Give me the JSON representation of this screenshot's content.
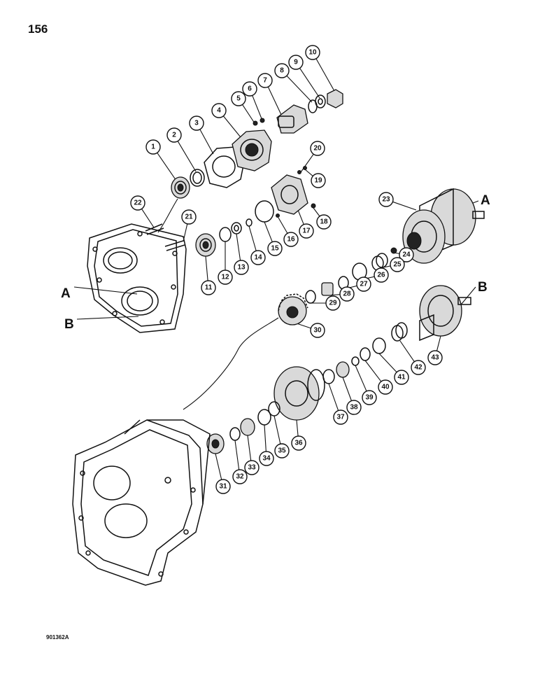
{
  "page_number": "156",
  "figure_code": "901362A",
  "ref_letters": {
    "a": "A",
    "b": "B"
  },
  "callouts": [
    "1",
    "2",
    "3",
    "4",
    "5",
    "6",
    "7",
    "8",
    "9",
    "10",
    "11",
    "12",
    "13",
    "14",
    "15",
    "16",
    "17",
    "18",
    "19",
    "20",
    "21",
    "22",
    "23",
    "24",
    "25",
    "26",
    "27",
    "28",
    "29",
    "30",
    "31",
    "32",
    "33",
    "34",
    "35",
    "36",
    "37",
    "38",
    "39",
    "40",
    "41",
    "42",
    "43"
  ]
}
